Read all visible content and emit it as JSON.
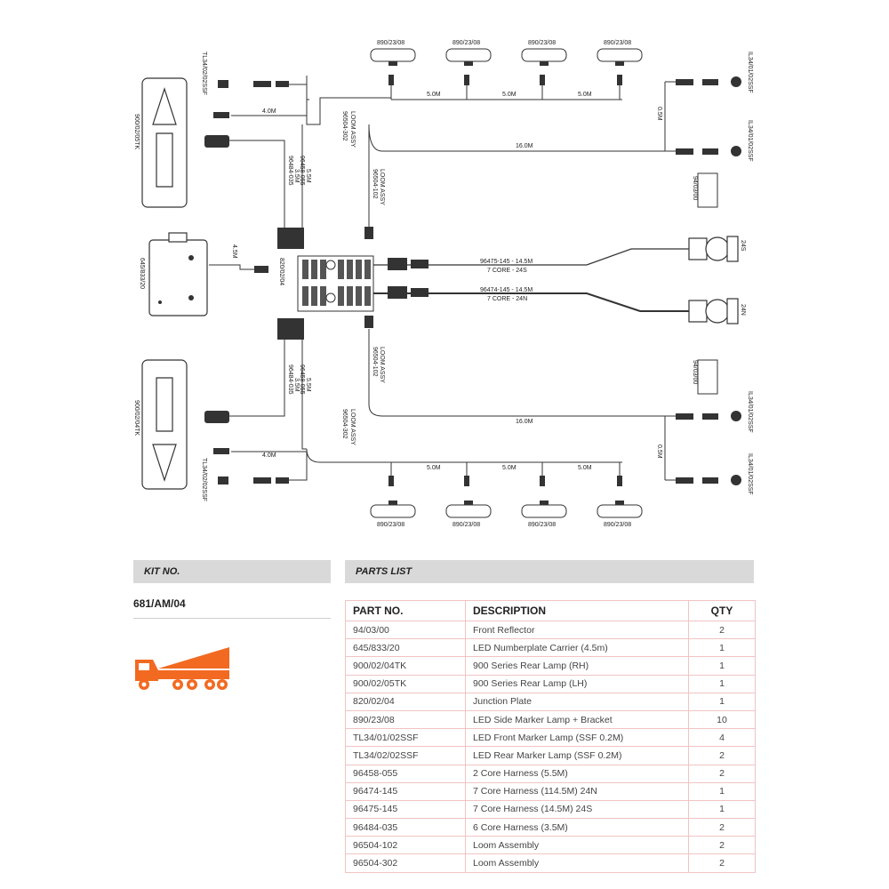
{
  "diagram": {
    "side_lamps": [
      "890/23/08",
      "890/23/08",
      "890/23/08",
      "890/23/08"
    ],
    "segment_5m": "5.0M",
    "seg_4m": "4.0M",
    "seg_16m": "16.0M",
    "seg_45m": "4.5M",
    "seg_05m": "0.5M",
    "rear_marker": "TL34/02/02SSF",
    "front_marker": "IL34/01/02SSF",
    "lamp_lh": "900/02/05TK",
    "lamp_rh": "900/02/04TK",
    "numberplate": "645/833/20",
    "junction": "820/02/04",
    "harness_2core": "96458-055",
    "harness_2core_len": "5.5M",
    "harness_6core": "96484-035",
    "harness_6core_len": "3.5M",
    "loom_label": "LOOM ASSY",
    "loom_102": "96504-102",
    "loom_302": "96504-302",
    "reflector": "94/03/00",
    "harness_24s_a": "96475-145 - 14.5M",
    "harness_24s_b": "7 CORE - 24S",
    "harness_24n_a": "96474-145 - 14.5M",
    "harness_24n_b": "7 CORE - 24N",
    "socket_24s": "24S",
    "socket_24n": "24N"
  },
  "kit": {
    "header": "KIT NO.",
    "number": "681/AM/04"
  },
  "parts": {
    "header": "PARTS LIST",
    "columns": [
      "PART NO.",
      "DESCRIPTION",
      "QTY"
    ],
    "rows": [
      [
        "94/03/00",
        "Front Reflector",
        "2"
      ],
      [
        "645/833/20",
        "LED Numberplate Carrier (4.5m)",
        "1"
      ],
      [
        "900/02/04TK",
        "900 Series Rear Lamp (RH)",
        "1"
      ],
      [
        "900/02/05TK",
        "900 Series Rear Lamp (LH)",
        "1"
      ],
      [
        "820/02/04",
        "Junction Plate",
        "1"
      ],
      [
        "890/23/08",
        "LED Side Marker Lamp + Bracket",
        "10"
      ],
      [
        "TL34/01/02SSF",
        "LED Front Marker Lamp (SSF 0.2M)",
        "4"
      ],
      [
        "TL34/02/02SSF",
        "LED Rear Marker Lamp (SSF 0.2M)",
        "2"
      ],
      [
        "96458-055",
        "2 Core Harness (5.5M)",
        "2"
      ],
      [
        "96474-145",
        "7 Core Harness (114.5M) 24N",
        "1"
      ],
      [
        "96475-145",
        "7 Core Harness (14.5M) 24S",
        "1"
      ],
      [
        "96484-035",
        "6 Core Harness (3.5M)",
        "2"
      ],
      [
        "96504-102",
        "Loom Assembly",
        "2"
      ],
      [
        "96504-302",
        "Loom Assembly",
        "2"
      ]
    ]
  },
  "colors": {
    "accent": "#f26a21",
    "table_border": "#f0c4c4",
    "header_bg": "#d9d9d9"
  },
  "icons": {
    "truck": "tipper-truck-icon"
  }
}
